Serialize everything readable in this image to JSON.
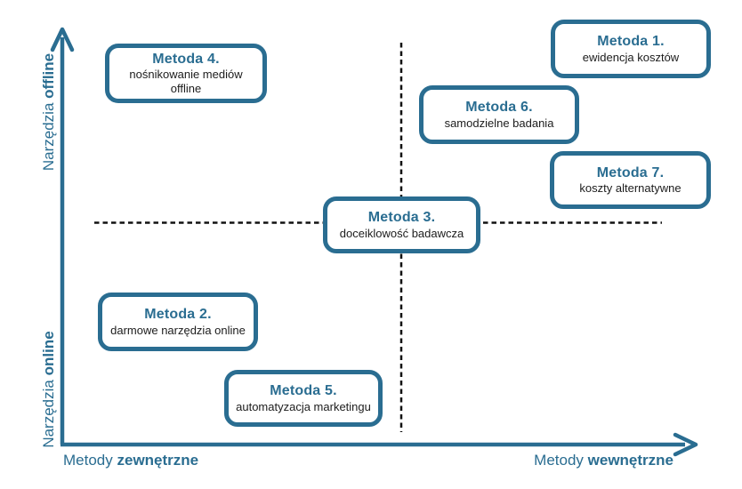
{
  "diagram": {
    "type": "quadrant-matrix",
    "colors": {
      "accent": "#2a6d91",
      "divider_dash": "#111111",
      "subtitle_text": "#1c1c1c",
      "background": "#ffffff"
    },
    "axes": {
      "y_top": {
        "prefix": "Narzędzia ",
        "bold": "offline"
      },
      "y_bottom": {
        "prefix": "Narzędzia ",
        "bold": "online"
      },
      "x_left": {
        "prefix": "Metody ",
        "bold": "zewnętrzne"
      },
      "x_right": {
        "prefix": "Metody ",
        "bold": "wewnętrzne"
      }
    },
    "methods": [
      {
        "title": "Metoda 1.",
        "subtitle": "ewidencja kosztów",
        "quadrant": "top-right"
      },
      {
        "title": "Metoda 2.",
        "subtitle": "darmowe narzędzia online",
        "quadrant": "bottom-left"
      },
      {
        "title": "Metoda 3.",
        "subtitle": "doceiklowość badawcza",
        "quadrant": "center"
      },
      {
        "title": "Metoda 4.",
        "subtitle": "nośnikowanie mediów offline",
        "quadrant": "top-left"
      },
      {
        "title": "Metoda 5.",
        "subtitle": "automatyzacja marketingu",
        "quadrant": "bottom-left"
      },
      {
        "title": "Metoda 6.",
        "subtitle": "samodzielne badania",
        "quadrant": "top-right"
      },
      {
        "title": "Metoda 7.",
        "subtitle": "koszty alternatywne",
        "quadrant": "top-right"
      }
    ]
  }
}
